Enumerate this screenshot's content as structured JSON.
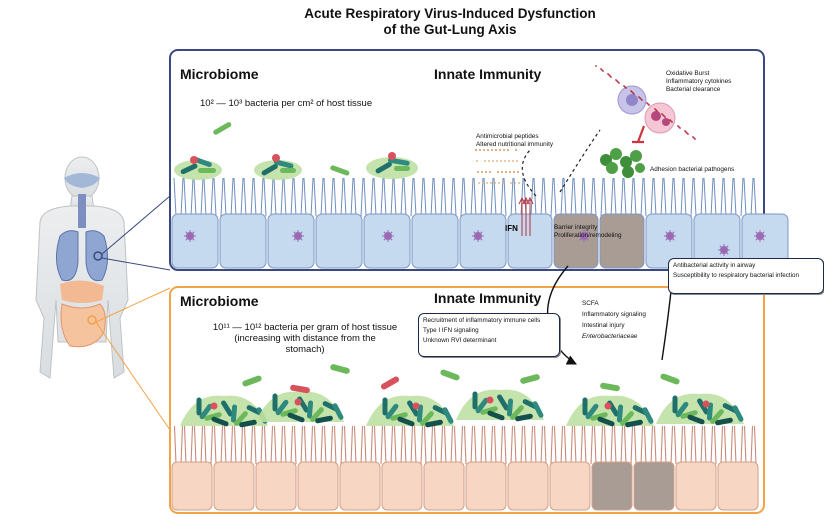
{
  "title": {
    "line1": "Acute Respiratory Virus-Induced Dysfunction",
    "line2": "of the Gut-Lung Axis"
  },
  "lung_panel": {
    "microbiome_label": "Microbiome",
    "innate_label": "Innate Immunity",
    "density": "10² — 10³ bacteria per cm² of host tissue",
    "amp_lines": [
      "Antimicrobial peptides",
      "Altered nutritional immunity"
    ],
    "ifn_label": "IFN",
    "barrier_lines": [
      "Barrier integrity",
      "Proliferation/remodeling"
    ],
    "immune_lines": [
      "Oxidative Burst",
      "Inflammatory cytokines",
      "Bacterial clearance"
    ],
    "adhesion_label": "Adhesion bacterial pathogens"
  },
  "airway_box": {
    "lines": [
      "Antibacterial activity in airway",
      "Susceptibility to respiratory bacterial infection"
    ]
  },
  "gut_panel": {
    "microbiome_label": "Microbiome",
    "innate_label": "Innate Immunity",
    "density_lines": [
      "10¹¹ — 10¹² bacteria per gram of host tissue",
      "(increasing with distance from the",
      "stomach)"
    ],
    "gut_effects": [
      "SCFA",
      "Inflammatory signaling",
      "Intestinal injury",
      "Enterobacteriaceae"
    ]
  },
  "gut_box": {
    "lines": [
      "Recruitment of inflammatory immune cells",
      "Type I IFN signaling",
      "Unknown RVI determinant"
    ]
  },
  "colors": {
    "lung_border": "#3a4a80",
    "gut_border": "#f0a347",
    "lung_cells": "#c5d9ef",
    "gut_cells": "#f7d6c4",
    "damaged_cells": "#a89c95",
    "bacteria_green": "#6cb85a",
    "bacteria_teal": "#1f6f6a",
    "bacteria_red": "#d8525d",
    "virus": "#9a6ab3"
  }
}
